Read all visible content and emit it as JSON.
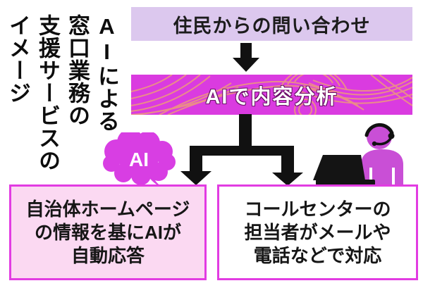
{
  "figure": {
    "title_vertical": {
      "columns": [
        "AIによる",
        "窓口業務の",
        "支援サービスの",
        "イメージ"
      ]
    },
    "flow": {
      "source_box": {
        "label": "住民からの問い合わせ"
      },
      "analysis_banner": {
        "label": "AIで内容分析"
      },
      "ai_bubble": {
        "label": "AI"
      },
      "auto_reply_box": {
        "lines": [
          "自治体ホームページ",
          "の情報を基にAIが",
          "自動応答"
        ]
      },
      "call_center_box": {
        "lines": [
          "コールセンターの",
          "担当者がメールや",
          "電話などで対応"
        ]
      }
    }
  },
  "icons": {
    "ai_speech_bubble": "cloud-speech-bubble-icon",
    "operator": "call-center-operator-icon",
    "laptop": "laptop-icon",
    "arrows": "black-flow-arrows"
  },
  "colors": {
    "accent": "#e23ce2",
    "banner": "#da3be0",
    "wave": "#ec9580",
    "lavender": "#dcc8ee",
    "pinkbox": "#fbd9f2",
    "person": "#c94fd6",
    "bubble": "#d83ee3",
    "ink": "#121212"
  }
}
